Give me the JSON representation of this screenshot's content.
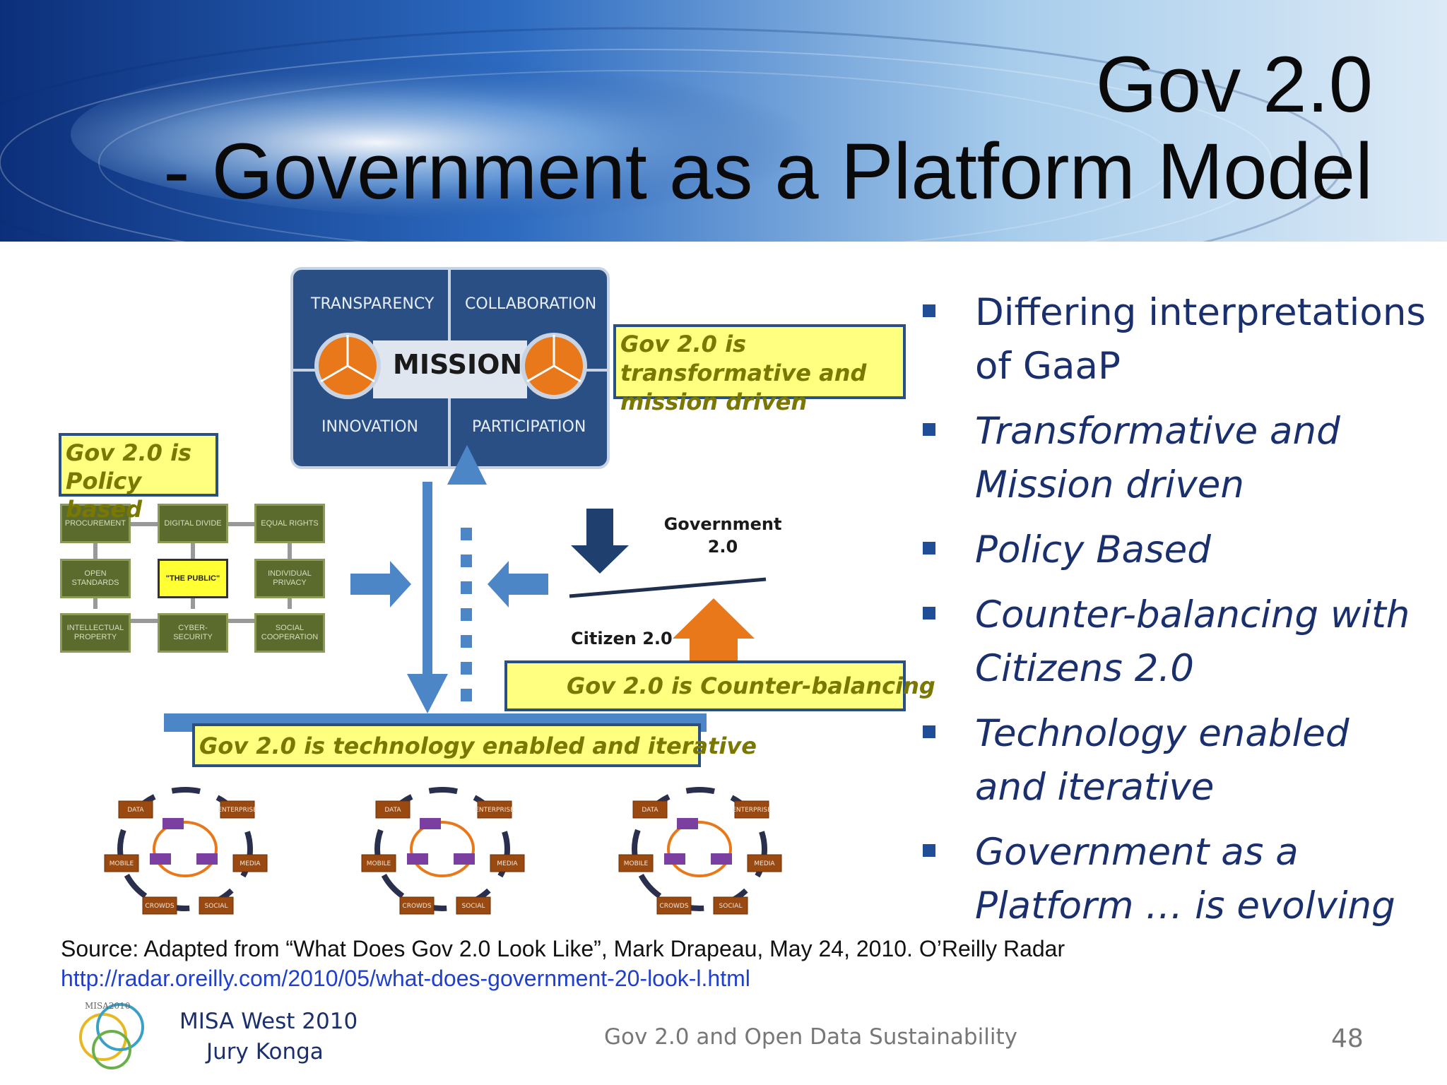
{
  "title": {
    "line1": "Gov 2.0",
    "line2": "- Government as a Platform Model"
  },
  "diagram": {
    "mission_box": {
      "top_left": "TRANSPARENCY",
      "top_right": "COLLABORATION",
      "center": "MISSION",
      "bottom_left": "INNOVATION",
      "bottom_right": "PARTICIPATION"
    },
    "policy_grid": {
      "cells": [
        "PROCUREMENT",
        "DIGITAL DIVIDE",
        "EQUAL RIGHTS",
        "OPEN STANDARDS",
        "\"THE PUBLIC\"",
        "INDIVIDUAL PRIVACY",
        "INTELLECTUAL PROPERTY",
        "CYBER-SECURITY",
        "SOCIAL COOPERATION"
      ]
    },
    "balance": {
      "government_label": "Government 2.0",
      "citizen_label": "Citizen 2.0"
    },
    "tech_hubs": {
      "labels": [
        "DATA",
        "ENTERPRISE",
        "MOBILE",
        "MEDIA",
        "CROWDS",
        "SOCIAL"
      ]
    },
    "callouts": {
      "transformative": "Gov 2.0 is transformative and  mission driven",
      "policy": "Gov 2.0 is Policy based",
      "counter": "Gov 2.0 is Counter-balancing",
      "technology": "Gov 2.0 is technology enabled and iterative"
    }
  },
  "bullets": [
    {
      "text": "Differing interpretations of GaaP",
      "italic": false
    },
    {
      "text": "Transformative and Mission driven",
      "italic": true
    },
    {
      "text": "Policy Based",
      "italic": true
    },
    {
      "text": "Counter-balancing with Citizens 2.0",
      "italic": true
    },
    {
      "text": "Technology enabled and iterative",
      "italic": true
    },
    {
      "text": "Government as a Platform … is evolving",
      "italic": true
    }
  ],
  "source": {
    "text": "Source:  Adapted from “What Does Gov 2.0 Look Like”, Mark Drapeau, May 24, 2010.  O’Reilly Radar",
    "url": "http://radar.oreilly.com/2010/05/what-does-government-20-look-l.html"
  },
  "footer": {
    "org": "MISA West 2010",
    "author": "Jury Konga",
    "center": "Gov 2.0 and  Open Data Sustainability",
    "page": "48",
    "logo_text": "MISA2010"
  },
  "colors": {
    "banner_dark": "#0a2a6e",
    "banner_light": "#5aa0e0",
    "bullet_text": "#1a2f6e",
    "callout_bg": "#ffff80",
    "callout_text": "#7a7800",
    "mission_box": "#2a4f84",
    "policy_box": "#5b6b2e",
    "hub_box": "#9a4a10",
    "arrow_blue": "#4d86c6",
    "arrow_orange": "#e8781a",
    "link": "#1f3fcf"
  }
}
